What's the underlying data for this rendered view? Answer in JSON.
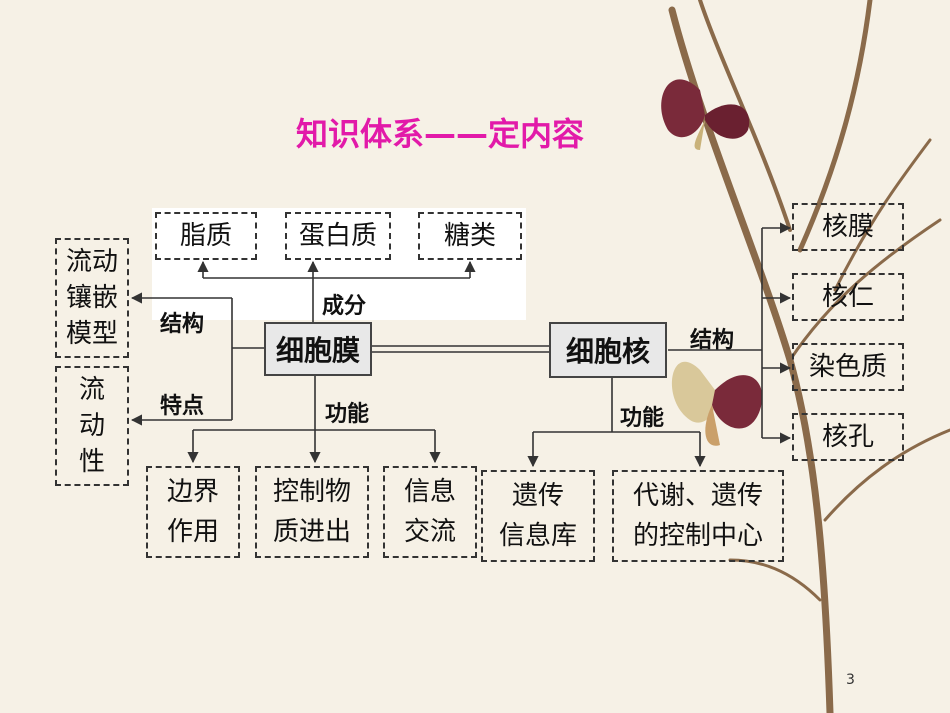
{
  "title": "知识体系——定内容",
  "membrane": {
    "name": "细胞膜",
    "components_label": "成分",
    "components": [
      "脂质",
      "蛋白质",
      "糖类"
    ],
    "structure_label": "结构",
    "structure": [
      "流动",
      "镶嵌",
      "模型"
    ],
    "feature_label": "特点",
    "feature": [
      "流",
      "动",
      "性"
    ],
    "function_label": "功能",
    "functions": [
      [
        "边界",
        "作用"
      ],
      [
        "控制物",
        "质进出"
      ],
      [
        "信息",
        "交流"
      ]
    ]
  },
  "nucleus": {
    "name": "细胞核",
    "structure_label": "结构",
    "structure": [
      "核膜",
      "核仁",
      "染色质",
      "核孔"
    ],
    "function_label": "功能",
    "functions": [
      [
        "遗传",
        "信息库"
      ],
      [
        "代谢、遗传",
        "的控制中心"
      ]
    ]
  },
  "page_number": "3"
}
